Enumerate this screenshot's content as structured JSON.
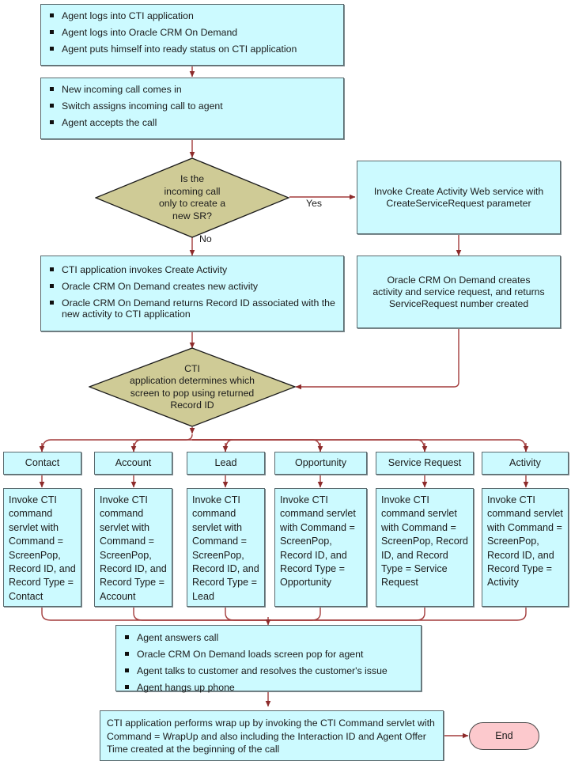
{
  "diagram": {
    "title": "CTI screen pop call flow",
    "colors": {
      "process_fill": "#ccfaff",
      "process_stroke": "#5a6a6e",
      "decision_fill": "#cfcb96",
      "decision_stroke": "#1a1a1a",
      "terminator_fill": "#fcc9cd",
      "terminator_stroke": "#4a4a4a",
      "connector": "#a33c3c"
    },
    "nodes": {
      "login": {
        "type": "process",
        "bullets": [
          "Agent logs into CTI application",
          "Agent logs into Oracle CRM On Demand",
          "Agent puts himself into ready status on CTI application"
        ]
      },
      "incoming": {
        "type": "process",
        "bullets": [
          "New incoming call comes in",
          "Switch assigns incoming call to agent",
          "Agent accepts the call"
        ]
      },
      "decision_sr": {
        "type": "decision",
        "text": "Is the\nincoming call\nonly to create a\nnew SR?"
      },
      "invoke_ws": {
        "type": "process",
        "text": "Invoke Create Activity Web service with\nCreateServiceRequest parameter"
      },
      "create_activity": {
        "type": "process",
        "bullets": [
          "CTI application invokes Create Activity",
          "Oracle CRM On Demand creates new activity",
          "Oracle CRM On Demand returns Record ID associated with the new activity to CTI application"
        ]
      },
      "crmod_creates": {
        "type": "process",
        "text": "Oracle CRM On Demand creates\nactivity and service request, and returns\nServiceRequest number created"
      },
      "decision_pop": {
        "type": "decision",
        "text": "CTI\napplication determines which\nscreen to pop using returned\nRecord ID"
      },
      "agent_answers": {
        "type": "process",
        "bullets": [
          "Agent answers call",
          "Oracle CRM On Demand loads screen pop for agent",
          "Agent talks to customer and resolves the customer's issue",
          "Agent hangs up phone"
        ]
      },
      "wrapup": {
        "type": "process",
        "text": "CTI application performs wrap up by invoking the CTI Command servlet with Command = WrapUp and also including the Interaction ID and Agent Offer Time created at the beginning of the call"
      },
      "end": {
        "type": "terminator",
        "text": "End"
      }
    },
    "edge_labels": {
      "yes": "Yes",
      "no": "No"
    },
    "branches": [
      {
        "id": "contact",
        "header": "Contact",
        "body": "Invoke CTI command servlet with Command = ScreenPop, Record ID, and Record Type = Contact"
      },
      {
        "id": "account",
        "header": "Account",
        "body": "Invoke CTI command servlet with Command = ScreenPop, Record ID, and Record Type = Account"
      },
      {
        "id": "lead",
        "header": "Lead",
        "body": "Invoke CTI command servlet with Command = ScreenPop, Record ID, and Record Type = Lead"
      },
      {
        "id": "opportunity",
        "header": "Opportunity",
        "body": "Invoke CTI command servlet with Command = ScreenPop, Record ID, and Record Type = Opportunity"
      },
      {
        "id": "service-request",
        "header": "Service Request",
        "body": "Invoke CTI command servlet with Command = ScreenPop, Record ID, and Record Type = Service Request"
      },
      {
        "id": "activity",
        "header": "Activity",
        "body": "Invoke CTI command servlet with Command = ScreenPop, Record ID, and Record Type = Activity"
      }
    ]
  }
}
